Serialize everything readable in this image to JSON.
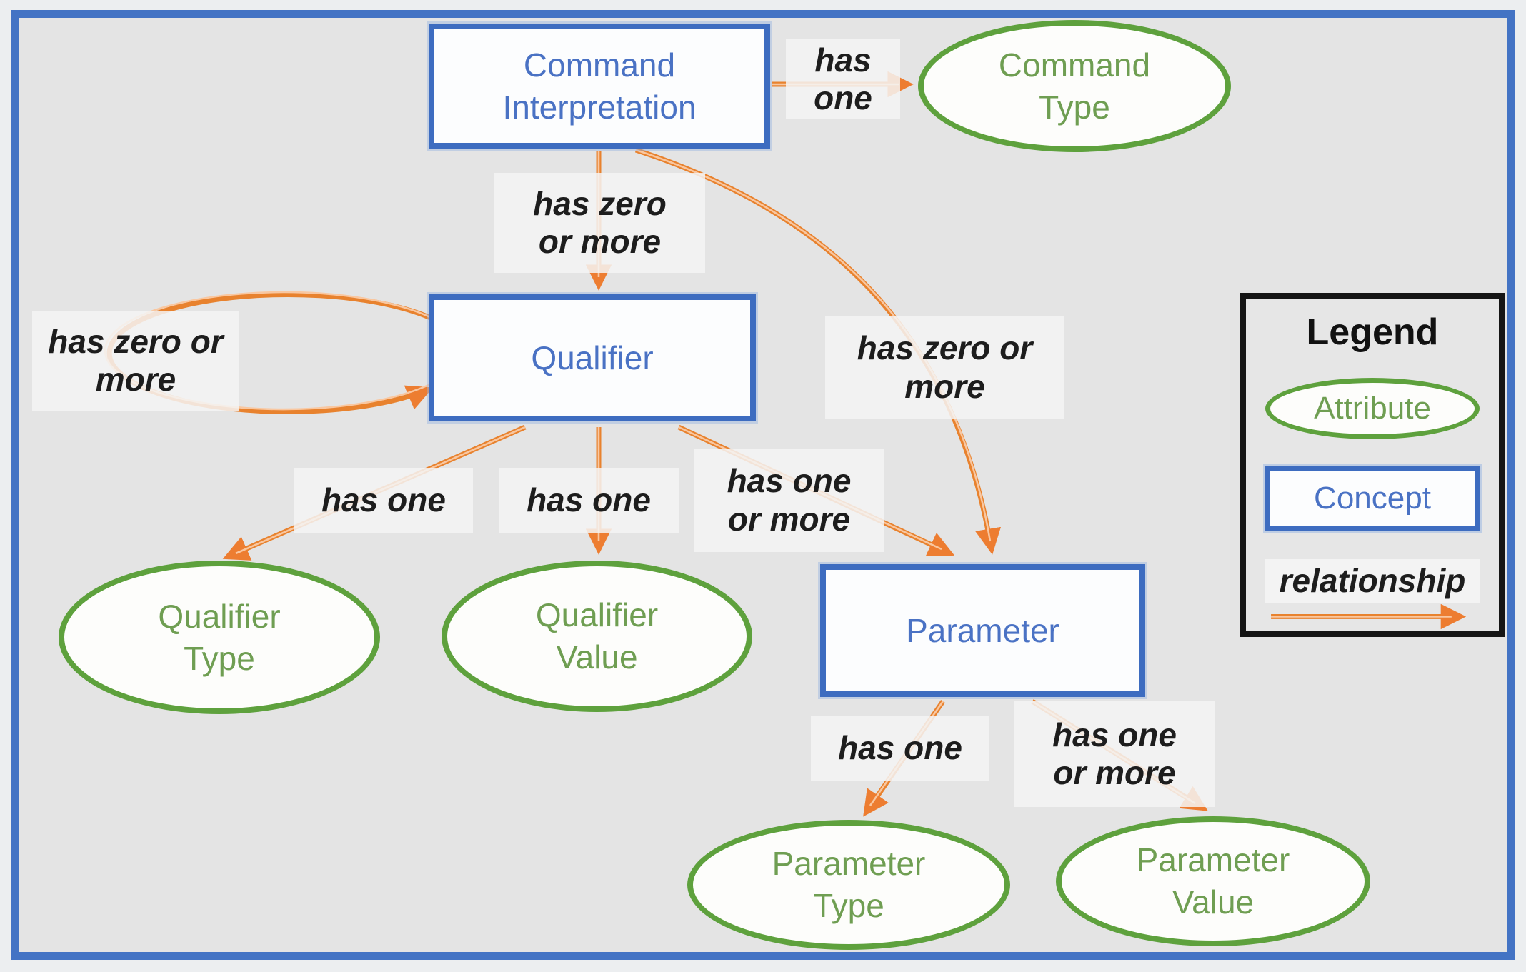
{
  "diagram": {
    "nodes": {
      "command_interpretation": {
        "label": "Command\nInterpretation",
        "kind": "concept"
      },
      "command_type": {
        "label": "Command\nType",
        "kind": "attribute"
      },
      "qualifier": {
        "label": "Qualifier",
        "kind": "concept"
      },
      "qualifier_type": {
        "label": "Qualifier\nType",
        "kind": "attribute"
      },
      "qualifier_value": {
        "label": "Qualifier\nValue",
        "kind": "attribute"
      },
      "parameter": {
        "label": "Parameter",
        "kind": "concept"
      },
      "parameter_type": {
        "label": "Parameter\nType",
        "kind": "attribute"
      },
      "parameter_value": {
        "label": "Parameter\nValue",
        "kind": "attribute"
      }
    },
    "edges": {
      "ci_command_type": {
        "label": "has\none"
      },
      "ci_qualifier": {
        "label": "has zero\nor more"
      },
      "ci_parameter": {
        "label": "has zero or\nmore"
      },
      "qualifier_self": {
        "label": "has zero or\nmore"
      },
      "qualifier_qualifier_type": {
        "label": "has one"
      },
      "qualifier_qualifier_value": {
        "label": "has one"
      },
      "qualifier_parameter": {
        "label": "has one\nor more"
      },
      "parameter_parameter_type": {
        "label": "has one"
      },
      "parameter_parameter_value": {
        "label": "has one\nor more"
      }
    },
    "legend": {
      "title": "Legend",
      "attribute": "Attribute",
      "concept": "Concept",
      "relationship": "relationship"
    },
    "colors": {
      "concept_border_blue": "#3d6cc0",
      "concept_text_blue": "#4a72c4",
      "attribute_green": "#5ea13d",
      "attribute_text_green": "#6f9e52",
      "relationship_orange": "#ed7d31",
      "canvas_background": "#e4e4e4",
      "outer_border_blue": "#4373c4",
      "label_text": "#1d1d1d"
    }
  }
}
